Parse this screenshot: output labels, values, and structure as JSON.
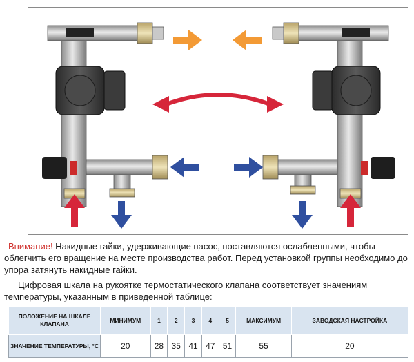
{
  "notice": {
    "warning_word": "Внимание!",
    "warning_text": " Накидные гайки, удерживающие насос, поставляются ослабленными, чтобы облегчить его вращение на месте производства работ. Перед установкой группы необходимо до упора затянуть накидные гайки.",
    "scale_text": "Цифровая шкала на рукоятке термостатического клапана соответствует значениям температуры, указанным в приведенной таблице:"
  },
  "table": {
    "header_label": "ПОЛОЖЕНИЕ НА ШКАЛЕ КЛАПАНА",
    "columns": [
      "МИНИМУМ",
      "1",
      "2",
      "3",
      "4",
      "5",
      "МАКСИМУМ",
      "ЗАВОДСКАЯ НАСТРОЙКА"
    ],
    "row_label": "ЗНАЧЕНИЕ ТЕМПЕРАТУРЫ, °С",
    "values": [
      "20",
      "28",
      "35",
      "41",
      "47",
      "51",
      "55",
      "20"
    ]
  },
  "colors": {
    "orange_arrow": "#f39a35",
    "red_arrow": "#d6263a",
    "blue_arrow": "#2f4f9f",
    "warning_text": "#d0312d",
    "table_header_bg": "#d9e4f0"
  },
  "figure": {
    "label": "pump-group-diagram",
    "icons": [
      "pump-icon",
      "valve-icon",
      "arrow-icon"
    ]
  }
}
